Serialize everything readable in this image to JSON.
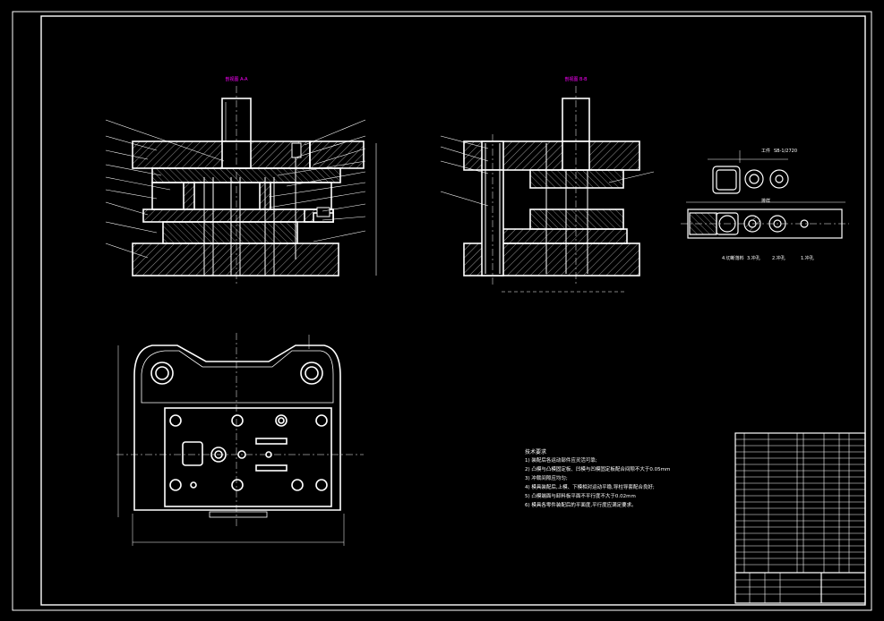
{
  "drawing": {
    "section_a_title": "剖视图 A-A",
    "section_b_title": "剖视图 B-B",
    "workpiece_label": "工件",
    "workpiece_code": "SB-1/2720",
    "strip_label": "排样",
    "strip_steps": [
      "4.切断落料",
      "3.冲孔",
      "2.冲孔",
      "1.冲孔"
    ],
    "tech_title": "技术要求",
    "tech_requirements": [
      "1) 装配后各运动部件应灵活可靠;",
      "2) 凸模与凸模固定板、凹模与凹模固定板配合间隙不大于0.05mm",
      "3) 冲裁间隙应均匀;",
      "4) 模具装配后,上模、下模相对运动平稳,导柱导套配合良好;",
      "5) 凸模端面与卸料板平面不平行度不大于0.02mm",
      "6) 模具各零件装配后的平面度,平行度应满足要求。"
    ],
    "colors": {
      "line": "#ffffff",
      "title": "#ff00ff",
      "dim": "#ffffff",
      "background": "#000000"
    }
  }
}
